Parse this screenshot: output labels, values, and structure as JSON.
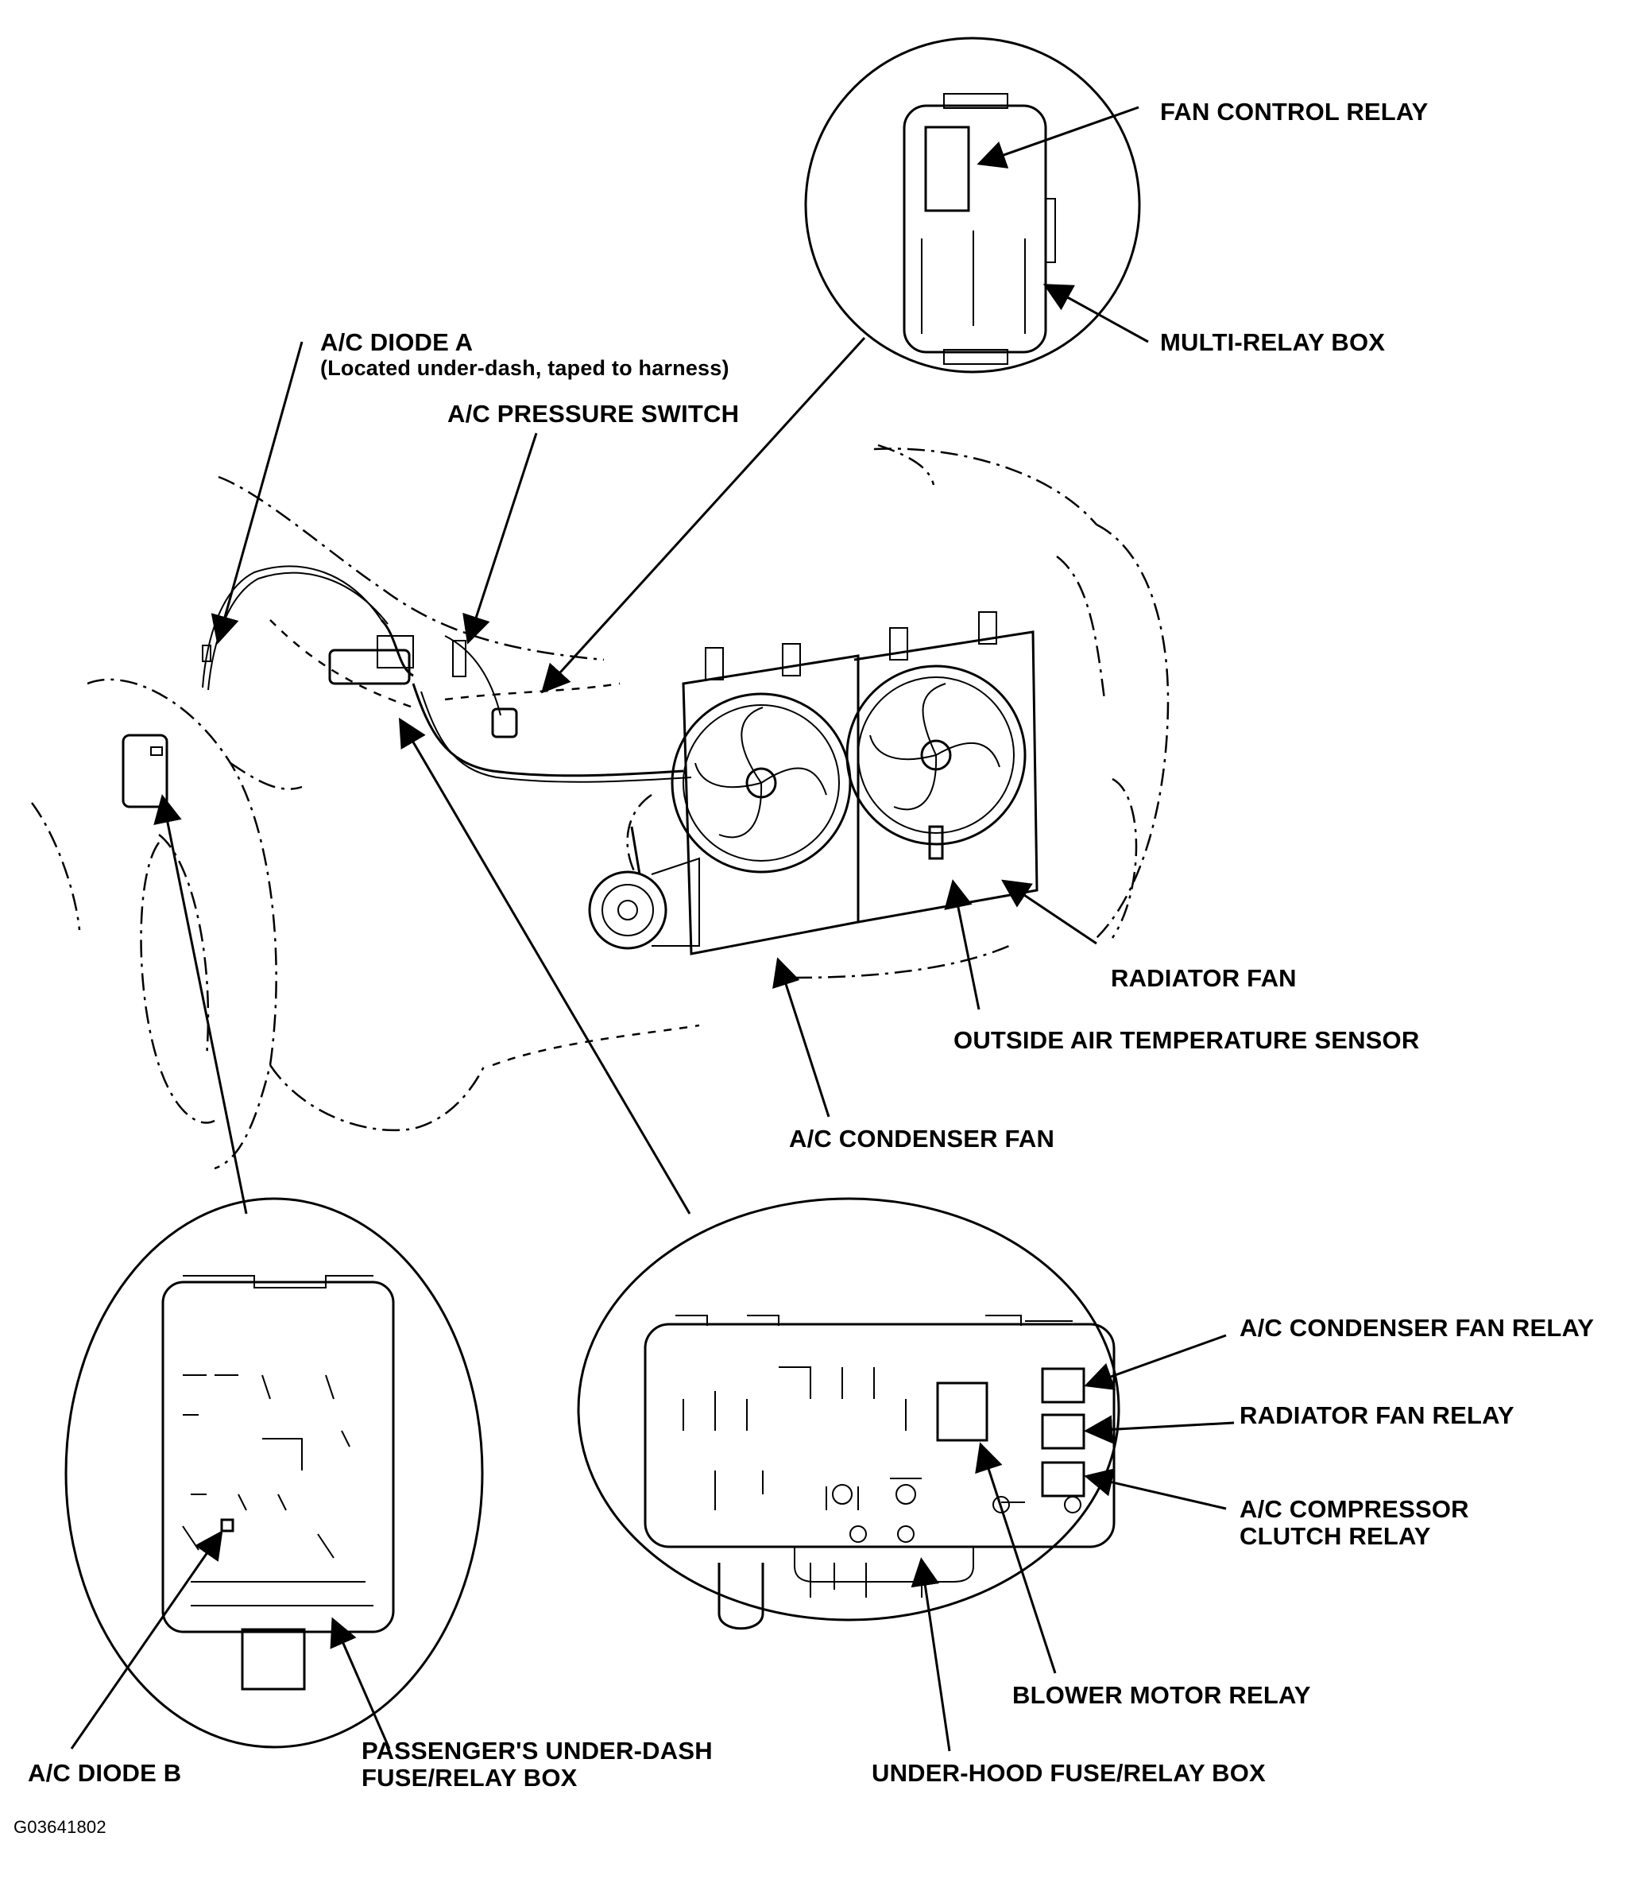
{
  "labels": {
    "fan_control_relay": "FAN CONTROL RELAY",
    "multi_relay_box": "MULTI-RELAY BOX",
    "ac_diode_a": "A/C DIODE A",
    "ac_diode_a_note": "(Located under-dash, taped to harness)",
    "ac_pressure_switch": "A/C PRESSURE SWITCH",
    "radiator_fan": "RADIATOR FAN",
    "outside_air_temp_sensor": "OUTSIDE AIR TEMPERATURE SENSOR",
    "ac_condenser_fan": "A/C CONDENSER FAN",
    "ac_condenser_fan_relay": "A/C CONDENSER FAN RELAY",
    "radiator_fan_relay": "RADIATOR FAN RELAY",
    "ac_compressor_clutch_relay_1": "A/C COMPRESSOR",
    "ac_compressor_clutch_relay_2": "CLUTCH RELAY",
    "blower_motor_relay": "BLOWER MOTOR RELAY",
    "under_hood_fuse_relay_box": "UNDER-HOOD FUSE/RELAY BOX",
    "ac_diode_b": "A/C DIODE B",
    "passenger_box_1": "PASSENGER'S UNDER-DASH",
    "passenger_box_2": "FUSE/RELAY BOX"
  },
  "figure_id": "G03641802"
}
